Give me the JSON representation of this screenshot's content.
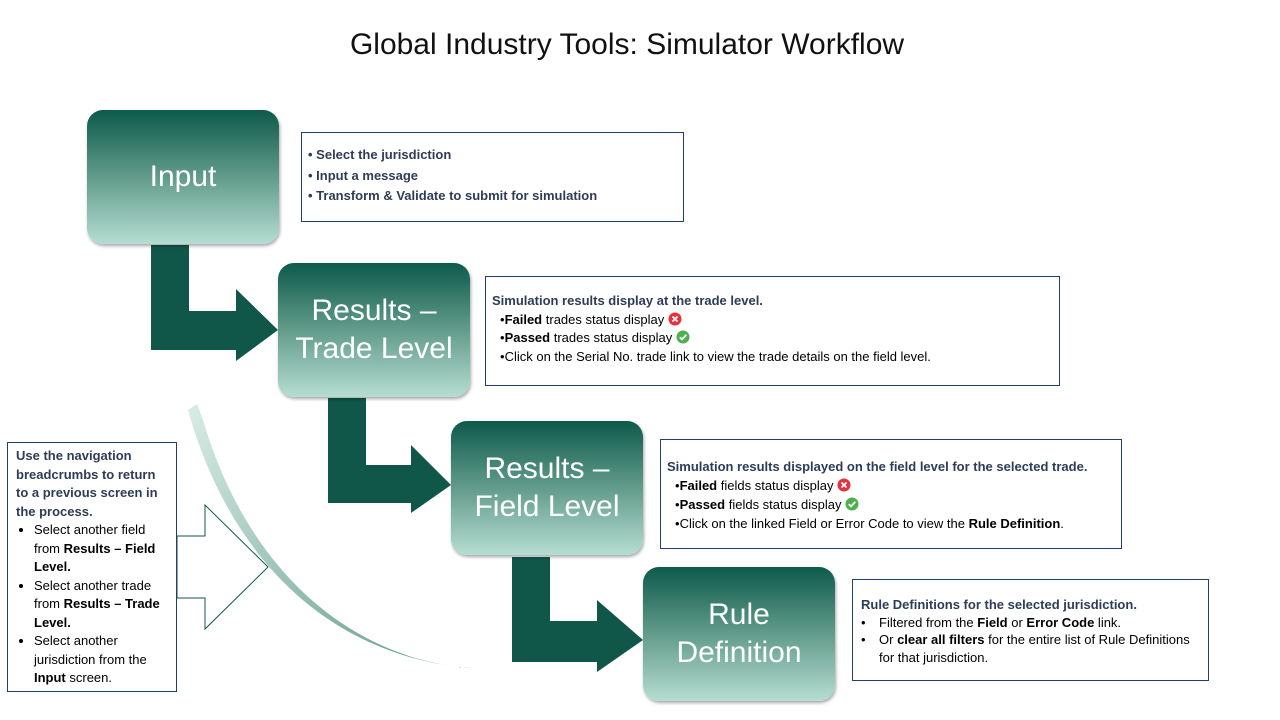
{
  "title": "Global Industry Tools: Simulator Workflow",
  "steps": {
    "input": "Input",
    "trade": "Results –\nTrade Level",
    "field": "Results –\nField Level",
    "rule": "Rule\nDefinition"
  },
  "input_box": {
    "items": [
      "Select the jurisdiction",
      "Input a message",
      "Transform & Validate to submit for simulation"
    ]
  },
  "trade_box": {
    "head": "Simulation results display at the trade level.",
    "failed_b": "Failed",
    "failed_t": " trades status display",
    "passed_b": "Passed",
    "passed_t": " trades status display",
    "click_t": "Click on the Serial No. trade link to view the trade details on the field level."
  },
  "field_box": {
    "head": "Simulation results displayed on the field level for the selected trade.",
    "failed_b": "Failed",
    "failed_t": " fields status display",
    "passed_b": "Passed",
    "passed_t": " fields status display",
    "click_t": "Click on the linked Field or Error Code to view the ",
    "click_b": "Rule Definition",
    "click_end": "."
  },
  "rule_box": {
    "head": "Rule Definitions for the selected jurisdiction.",
    "l1_a": "Filtered from the ",
    "l1_b": "Field",
    "l1_c": " or ",
    "l1_d": "Error Code",
    "l1_e": " link.",
    "l2_a": "Or ",
    "l2_b": "clear all filters",
    "l2_c": " for the entire list of Rule Definitions for that jurisdiction."
  },
  "nav_box": {
    "lead": "Use the navigation breadcrumbs to return to a previous screen in the process.",
    "i1_a": "Select another field from ",
    "i1_b": "Results – Field Level.",
    "i2_a": "Select another trade from ",
    "i2_b": "Results – Trade Level.",
    "i3_a": "Select another jurisdiction from the ",
    "i3_b": "Input",
    "i3_c": " screen."
  },
  "colors": {
    "arrow": "#10574a",
    "fail": "#e5323f",
    "pass": "#4db04f",
    "border": "#1f3e6a"
  }
}
